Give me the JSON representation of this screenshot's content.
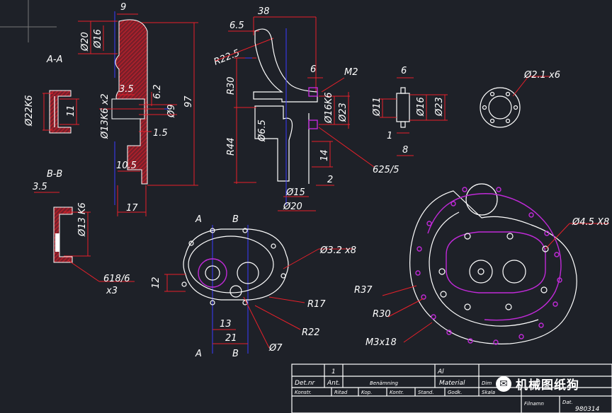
{
  "sections": {
    "aa": "A-A",
    "bb": "B-B",
    "marker_a": "A",
    "marker_b": "B"
  },
  "dimensions": {
    "d9": "9",
    "d20": "Ø20",
    "d16": "Ø16",
    "d13k6x2": "Ø13K6 x2",
    "d3_5": "3.5",
    "d6_2": "6.2",
    "d9b": "Ø9",
    "d1_5": "1.5",
    "d10_5": "10.5",
    "d17": "17",
    "d97": "97",
    "d22k6": "Ø22K6",
    "d11": "11",
    "b3_5": "3.5",
    "b13k6": "Ø13 K6",
    "b618": "618/6",
    "bx3": "x3",
    "d38": "38",
    "d6_5": "6.5",
    "r22_5": "R22.5",
    "r30": "R30",
    "r44": "R44",
    "d6a": "6",
    "m2": "M2",
    "d16k6": "Ø16K6",
    "d23": "Ø23",
    "d6_5b": "Ø6.5",
    "d14": "14",
    "d2": "2",
    "d15": "Ø15",
    "d20b": "Ø20",
    "d625": "625/5",
    "s6": "6",
    "s11": "Ø11",
    "s16": "Ø16",
    "s23": "Ø23",
    "s1": "1",
    "s8": "8",
    "r2_1": "Ø2.1 x6",
    "p12": "12",
    "p13": "13",
    "p21": "21",
    "p3_2": "Ø3.2 x8",
    "r17": "R17",
    "r22": "R22",
    "p7": "Ø7",
    "h4_5": "Ø4.5 X8",
    "r37": "R37",
    "r30b": "R30",
    "m3x18": "M3x18"
  },
  "title_block": {
    "qty": "1",
    "material_code": "Al",
    "det_nr": "Det.nr",
    "ant": "Ant.",
    "benamning": "Benämning",
    "material": "Material",
    "dim": "Dim",
    "konstr": "Konstr.",
    "ritad": "Ritad",
    "kop": "Kop.",
    "kontr": "Kontr.",
    "stand": "Stand.",
    "godk": "Godk.",
    "skala": "Skala",
    "filnamn": "Filnamn",
    "dat": "Dat.",
    "drawing_no": "980314"
  },
  "watermark": "机械图纸狗"
}
